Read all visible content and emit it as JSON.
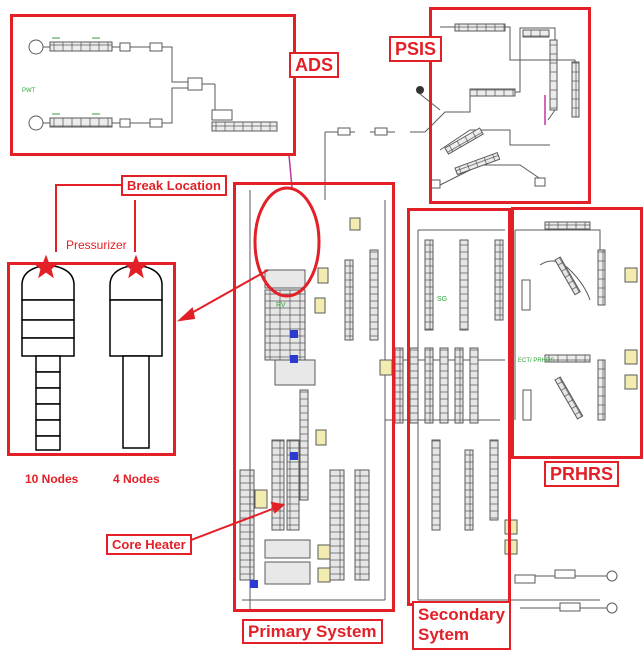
{
  "labels": {
    "ads": "ADS",
    "psis": "PSIS",
    "break_location": "Break Location",
    "pressurizer": "Pressurizer",
    "nodes_10": "10 Nodes",
    "nodes_4": "4 Nodes",
    "core_heater": "Core Heater",
    "primary_system": "Primary System",
    "secondary_line1": "Secondary",
    "secondary_line2": "Sytem",
    "prhrs": "PRHRS",
    "pwt": "PWT",
    "sg": "SG"
  },
  "colors": {
    "annotation_red": "#e32027",
    "pipe": "#5a5a5a",
    "node_fill": "#dcdcdc",
    "valve_magenta": "#c0399b",
    "node_blue": "#2b3bd1",
    "component_yellow": "#f3ecb0",
    "flow_green": "#2fa23a"
  },
  "icons": [
    "break-star-icon",
    "arrow-icon"
  ]
}
